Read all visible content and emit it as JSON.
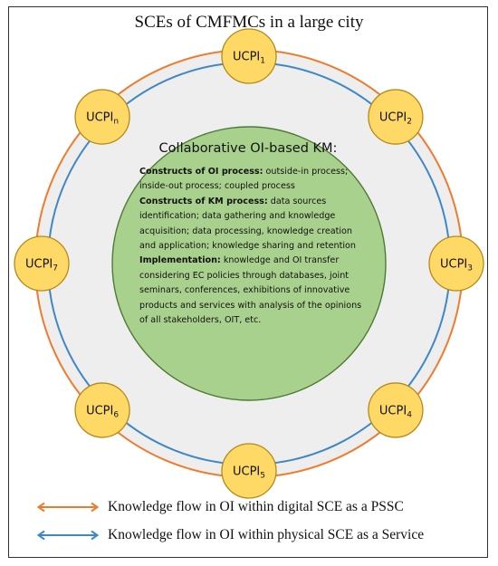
{
  "title": "SCEs of CMFMCs in a large city",
  "colors": {
    "outer_ring": "#ef7b2d",
    "inner_ring": "#3f88c5",
    "band_fill": "#eeeeee",
    "core_fill": "#a9d18e",
    "core_stroke": "#4e7a36",
    "node_fill": "#ffd966",
    "node_stroke": "#b58a1a"
  },
  "nodes": [
    {
      "base": "UCPI",
      "sub": "1"
    },
    {
      "base": "UCPI",
      "sub": "2"
    },
    {
      "base": "UCPI",
      "sub": "3"
    },
    {
      "base": "UCPI",
      "sub": "4"
    },
    {
      "base": "UCPI",
      "sub": "5"
    },
    {
      "base": "UCPI",
      "sub": "6"
    },
    {
      "base": "UCPI",
      "sub": "7"
    },
    {
      "base": "UCPI",
      "sub": "n"
    }
  ],
  "km": {
    "title": "Collaborative OI-based KM:",
    "oi_head": "Constructs of OI process:",
    "oi_text": " outside-in process; inside-out process; coupled process",
    "km_head": "Constructs of KM process:",
    "km_text": " data sources identification; data gathering and knowledge acquisition; data processing, knowledge creation and application; knowledge sharing and retention",
    "impl_head": "Implementation:",
    "impl_text": " knowledge and OI transfer considering EC policies through databases, joint seminars, conferences, exhibitions of innovative products and services with analysis of the opinions of all stakeholders, OIT, etc."
  },
  "legend": {
    "digital": "Knowledge flow in OI within digital SCE as a PSSC",
    "physical": "Knowledge flow in OI within physical SCE as a Service"
  }
}
